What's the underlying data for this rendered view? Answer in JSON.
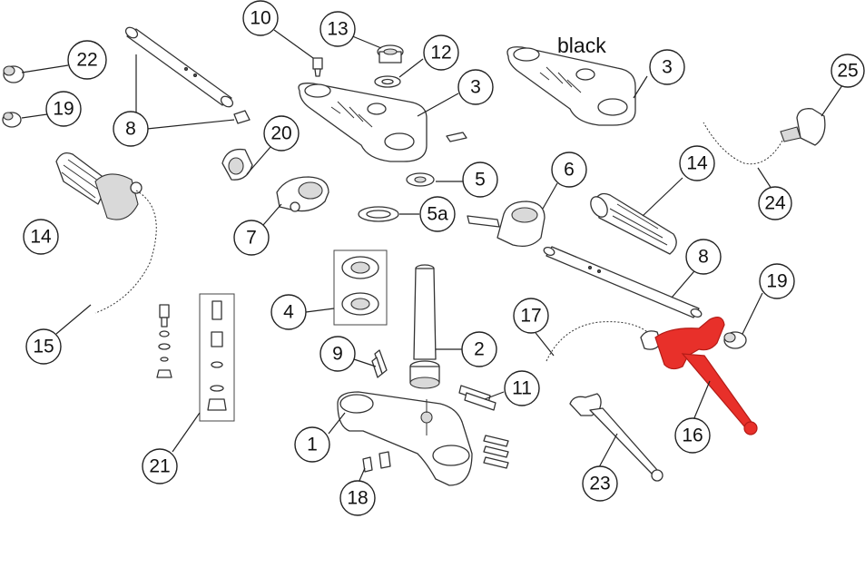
{
  "diagram": {
    "note": "black",
    "callouts": [
      {
        "id": "c10",
        "label": "10"
      },
      {
        "id": "c13",
        "label": "13"
      },
      {
        "id": "c12",
        "label": "12"
      },
      {
        "id": "c3a",
        "label": "3"
      },
      {
        "id": "c3b",
        "label": "3"
      },
      {
        "id": "c22",
        "label": "22"
      },
      {
        "id": "c19a",
        "label": "19"
      },
      {
        "id": "c8a",
        "label": "8"
      },
      {
        "id": "c20",
        "label": "20"
      },
      {
        "id": "c25",
        "label": "25"
      },
      {
        "id": "c5",
        "label": "5"
      },
      {
        "id": "c6",
        "label": "6"
      },
      {
        "id": "c14a",
        "label": "14"
      },
      {
        "id": "c14b",
        "label": "14"
      },
      {
        "id": "c24",
        "label": "24"
      },
      {
        "id": "c5a",
        "label": "5a"
      },
      {
        "id": "c7",
        "label": "7"
      },
      {
        "id": "c8b",
        "label": "8"
      },
      {
        "id": "c19b",
        "label": "19"
      },
      {
        "id": "c4",
        "label": "4"
      },
      {
        "id": "c17",
        "label": "17"
      },
      {
        "id": "c15",
        "label": "15"
      },
      {
        "id": "c9",
        "label": "9"
      },
      {
        "id": "c2",
        "label": "2"
      },
      {
        "id": "c11",
        "label": "11"
      },
      {
        "id": "c16",
        "label": "16"
      },
      {
        "id": "c1",
        "label": "1"
      },
      {
        "id": "c21",
        "label": "21"
      },
      {
        "id": "c23",
        "label": "23"
      },
      {
        "id": "c18",
        "label": "18"
      }
    ],
    "colors": {
      "highlight": "#e8302a",
      "line": "#333333"
    }
  }
}
